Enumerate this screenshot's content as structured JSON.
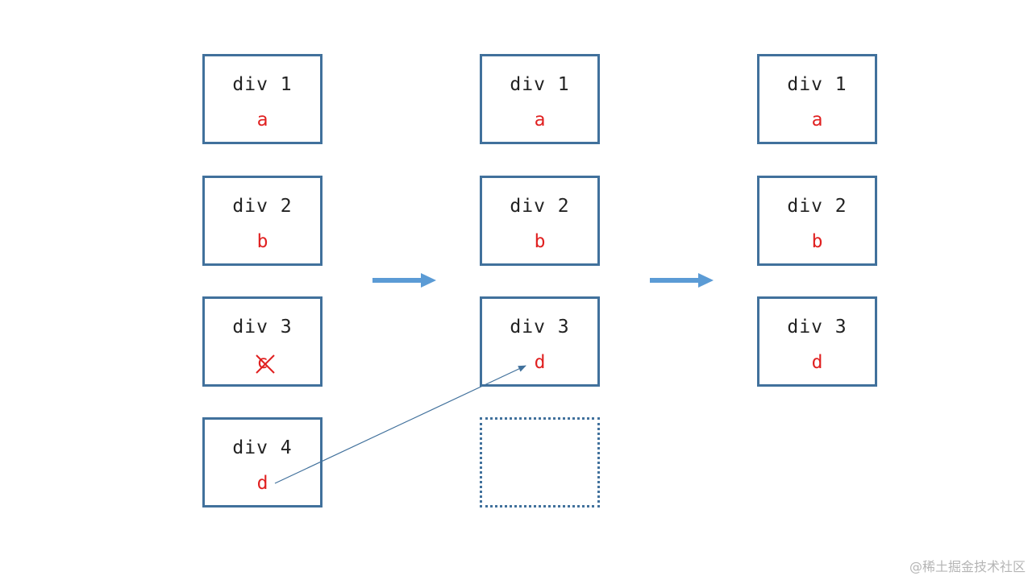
{
  "colors": {
    "border": "#41719c",
    "arrow": "#5b9bd5",
    "value": "#e02020",
    "title": "#222222"
  },
  "diagram": {
    "column_1": [
      {
        "title": "div 1",
        "value": "a"
      },
      {
        "title": "div 2",
        "value": "b"
      },
      {
        "title": "div 3",
        "value": "c",
        "struck": true
      },
      {
        "title": "div 4",
        "value": "d"
      }
    ],
    "column_2": [
      {
        "title": "div 1",
        "value": "a"
      },
      {
        "title": "div 2",
        "value": "b"
      },
      {
        "title": "div 3",
        "value": "d"
      }
    ],
    "column_3": [
      {
        "title": "div 1",
        "value": "a"
      },
      {
        "title": "div 2",
        "value": "b"
      },
      {
        "title": "div 3",
        "value": "d"
      }
    ]
  },
  "watermark": "@稀土掘金技术社区"
}
